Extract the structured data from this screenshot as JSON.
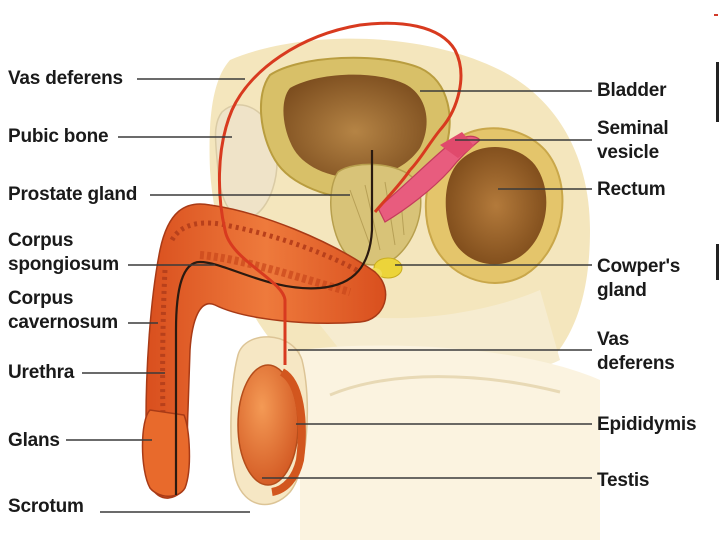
{
  "diagram": {
    "labels_left": [
      {
        "id": "vas-deferens-top",
        "text": "Vas deferens"
      },
      {
        "id": "pubic-bone",
        "text": "Pubic bone"
      },
      {
        "id": "prostate-gland",
        "text": "Prostate gland"
      },
      {
        "id": "corpus-spongiosum-1",
        "text": "Corpus"
      },
      {
        "id": "corpus-spongiosum-2",
        "text": "spongiosum"
      },
      {
        "id": "corpus-cavernosum-1",
        "text": "Corpus"
      },
      {
        "id": "corpus-cavernosum-2",
        "text": "cavernosum"
      },
      {
        "id": "urethra",
        "text": "Urethra"
      },
      {
        "id": "glans",
        "text": "Glans"
      },
      {
        "id": "scrotum",
        "text": "Scrotum"
      }
    ],
    "labels_right": [
      {
        "id": "bladder",
        "text": "Bladder"
      },
      {
        "id": "seminal-vesicle-1",
        "text": "Seminal"
      },
      {
        "id": "seminal-vesicle-2",
        "text": "vesicle"
      },
      {
        "id": "rectum",
        "text": "Rectum"
      },
      {
        "id": "cowpers-gland-1",
        "text": "Cowper's"
      },
      {
        "id": "cowpers-gland-2",
        "text": "gland"
      },
      {
        "id": "vas-deferens-right-1",
        "text": "Vas"
      },
      {
        "id": "vas-deferens-right-2",
        "text": "deferens"
      },
      {
        "id": "epididymis",
        "text": "Epididymis"
      },
      {
        "id": "testis",
        "text": "Testis"
      }
    ],
    "colors": {
      "tissue": "#f3e2b6",
      "bone": "#efe5cf",
      "bladder_wall": "#d7c06a",
      "bladder_inside": "#9c6a2f",
      "penis": "#e2622a",
      "penis_dark": "#b8401b",
      "testis": "#e36e2e",
      "seminal_vesicle": "#e6577a",
      "cowper": "#e8d23a",
      "leader": "#3a3a3a"
    }
  }
}
